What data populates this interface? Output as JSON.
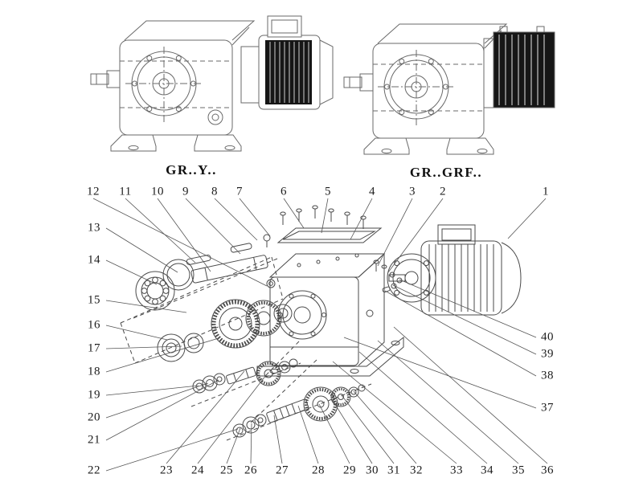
{
  "figure": {
    "background": "#ffffff",
    "line_color": "#4a4a4a",
    "variant_labels": {
      "left": "GR..Y..",
      "right": "GR..GRF.."
    },
    "callouts": {
      "top": [
        "12",
        "11",
        "10",
        "9",
        "8",
        "7",
        "6",
        "5",
        "4",
        "3",
        "2",
        "1"
      ],
      "left": [
        "13",
        "14",
        "15",
        "16",
        "17",
        "18",
        "19",
        "20",
        "21",
        "22"
      ],
      "bottom": [
        "23",
        "24",
        "25",
        "26",
        "27",
        "28",
        "29",
        "30",
        "31",
        "32",
        "33",
        "34",
        "35",
        "36"
      ],
      "right": [
        "40",
        "39",
        "38",
        "37"
      ]
    }
  }
}
